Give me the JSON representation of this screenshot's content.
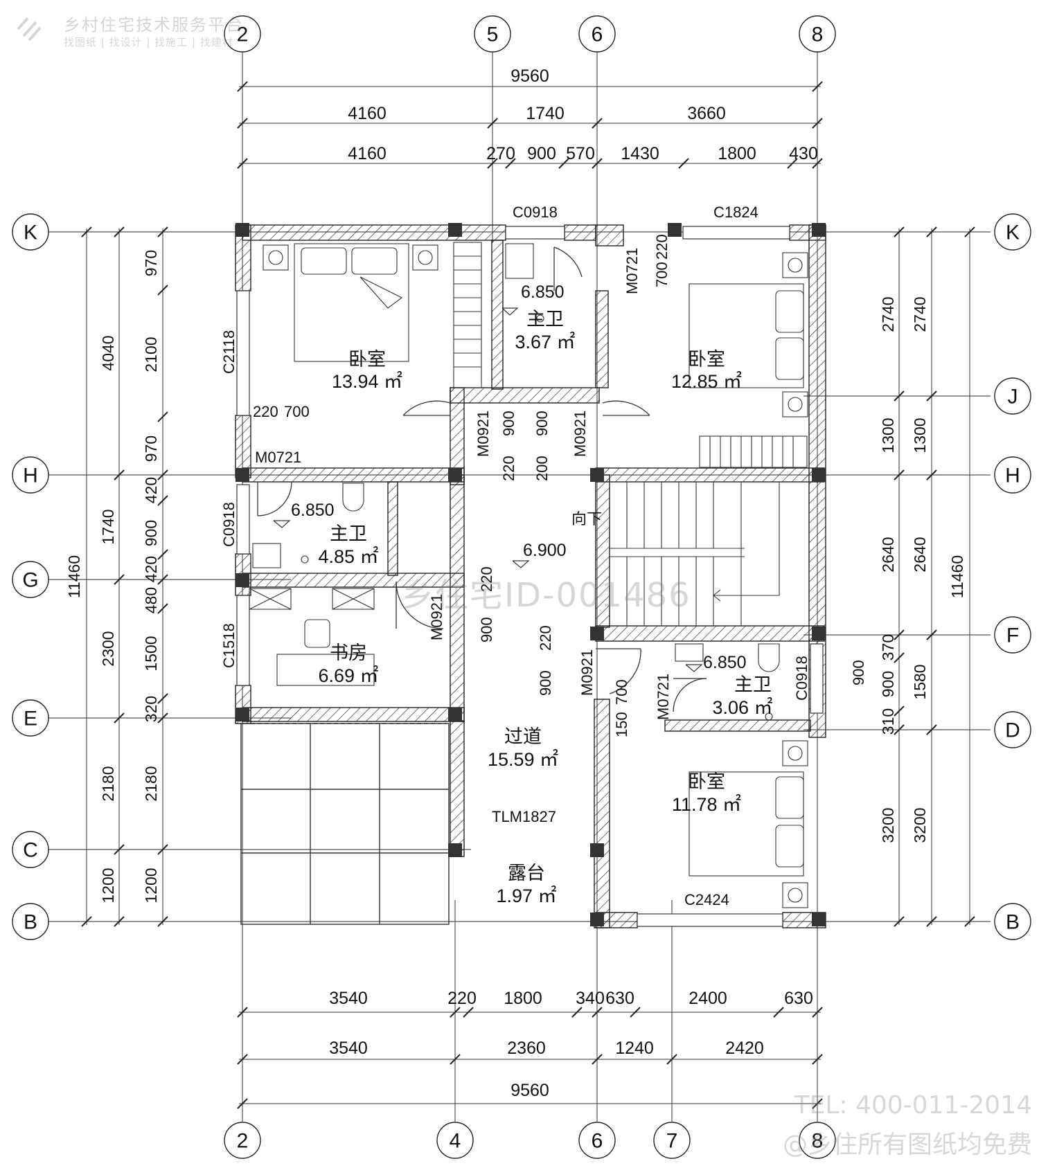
{
  "watermark": {
    "title": "乡村住宅技术服务平台",
    "subtitle": "找图纸 | 找设计 | 找施工 | 找建材",
    "code": "乡住宅ID-001486",
    "tel": "TEL: 400-011-2014",
    "free": "@乡住所有图纸均免费"
  },
  "axes": {
    "top": [
      "2",
      "5",
      "6",
      "8"
    ],
    "bottom": [
      "2",
      "4",
      "6",
      "7",
      "8"
    ],
    "left": [
      "K",
      "H",
      "G",
      "E",
      "C",
      "B"
    ],
    "right": [
      "K",
      "J",
      "H",
      "F",
      "D",
      "B"
    ]
  },
  "dimensions": {
    "top_total": "9560",
    "top_row2": [
      "4160",
      "1740",
      "3660"
    ],
    "top_row3": [
      "4160",
      "270",
      "900",
      "570",
      "1430",
      "1800",
      "430"
    ],
    "bottom_row1": [
      "3540",
      "220",
      "1800",
      "340",
      "630",
      "2400",
      "630"
    ],
    "bottom_row2": [
      "3540",
      "2360",
      "1240",
      "2420"
    ],
    "bottom_total": "9560",
    "left_total": "11460",
    "left_row2": [
      "4040",
      "1740",
      "2300",
      "2180",
      "1200"
    ],
    "left_row3": [
      "970",
      "2100",
      "970",
      "420",
      "900",
      "420",
      "480",
      "1500",
      "320",
      "2180",
      "1200"
    ],
    "right_total": "11460",
    "right_row2": [
      "2740",
      "1300",
      "2640",
      "1580",
      "3200"
    ],
    "right_row3": [
      "2740",
      "1300",
      "2640",
      "370",
      "900",
      "310",
      "3200"
    ]
  },
  "rooms": [
    {
      "name": "卧室",
      "area": "13.94 ㎡"
    },
    {
      "name": "主卫",
      "area": "3.67 ㎡"
    },
    {
      "name": "卧室",
      "area": "12.85 ㎡"
    },
    {
      "name": "主卫",
      "area": "4.85 ㎡"
    },
    {
      "name": "书房",
      "area": "6.69 ㎡"
    },
    {
      "name": "主卫",
      "area": "3.06 ㎡"
    },
    {
      "name": "过道",
      "area": "15.59 ㎡"
    },
    {
      "name": "卧室",
      "area": "11.78 ㎡"
    },
    {
      "name": "露台",
      "area": "1.97 ㎡"
    }
  ],
  "elevations": [
    "6.850",
    "6.850",
    "6.900",
    "6.850"
  ],
  "openings": [
    "C0918",
    "C1824",
    "C2118",
    "M0721",
    "C0918",
    "C1518",
    "M0921",
    "M0921",
    "M0921",
    "M0921",
    "M0721",
    "M0721",
    "C0918",
    "TLM1827",
    "C2424"
  ],
  "stair_label": "向下",
  "notes": [
    "220",
    "700",
    "900",
    "900",
    "220",
    "200",
    "900",
    "220",
    "900",
    "220",
    "900",
    "150",
    "700",
    "700",
    "220"
  ]
}
